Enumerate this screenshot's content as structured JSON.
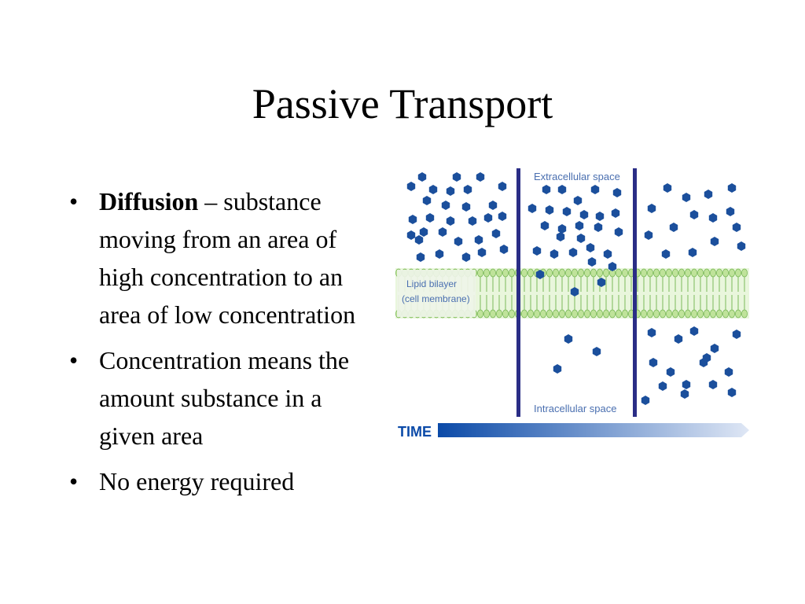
{
  "slide": {
    "title": "Passive Transport",
    "bullets": [
      {
        "term": "Diffusion",
        "text": " – substance moving from an area of high concentration to an area of low concentration"
      },
      {
        "term": "",
        "text": "Concentration means the amount substance in a given area"
      },
      {
        "term": "",
        "text": "No energy required"
      }
    ],
    "bullet_glyph": "•"
  },
  "diagram": {
    "label_extracellular": "Extracellular space",
    "label_intracellular": "Intracellular space",
    "label_membrane_1": "Lipid bilayer",
    "label_membrane_2": "(cell membrane)",
    "label_time": "TIME",
    "colors": {
      "molecule": "#1b4f9c",
      "divider": "#2a2d86",
      "membrane": "#bfe39a",
      "membrane_dark": "#7cb95a",
      "label_text": "#4a6fb0",
      "time_start": "#0b4aa8",
      "time_end": "#dfe7f5"
    }
  }
}
